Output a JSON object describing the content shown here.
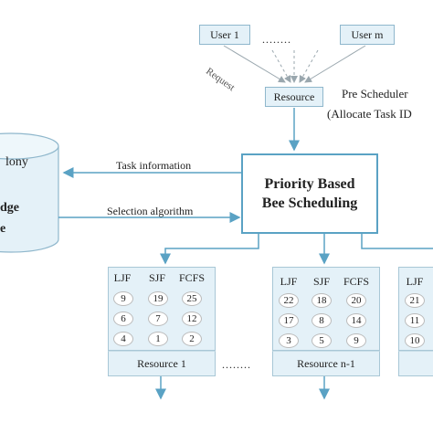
{
  "users": {
    "first": "User 1",
    "ellipsis": "........",
    "last": "User m"
  },
  "request_label": "Request",
  "resource_box": "Resource",
  "pre_scheduler": {
    "line1": "Pre Scheduler",
    "line2": "(Allocate Task ID"
  },
  "scheduler": {
    "line1": "Priority Based",
    "line2": "Bee Scheduling"
  },
  "colony": {
    "line1": "lony",
    "line2": "dge",
    "line3": "e"
  },
  "task_information": "Task information",
  "selection_algorithm": "Selection algorithm",
  "headers": [
    "LJF",
    "SJF",
    "FCFS"
  ],
  "panels": [
    {
      "name": "Resource 1",
      "rows": [
        [
          "9",
          "19",
          "25"
        ],
        [
          "6",
          "7",
          "12"
        ],
        [
          "4",
          "1",
          "2"
        ]
      ]
    },
    {
      "name": "Resource n-1",
      "rows": [
        [
          "22",
          "18",
          "20"
        ],
        [
          "17",
          "8",
          "14"
        ],
        [
          "3",
          "5",
          "9"
        ]
      ]
    },
    {
      "name": "",
      "rows": [
        [
          "21"
        ],
        [
          "11"
        ],
        [
          "10"
        ]
      ]
    }
  ],
  "between_dots": "........",
  "colors": {
    "arrow": "#5aa2c4",
    "box_fill": "#e4f1f8",
    "box_border": "#8fb7cc"
  }
}
